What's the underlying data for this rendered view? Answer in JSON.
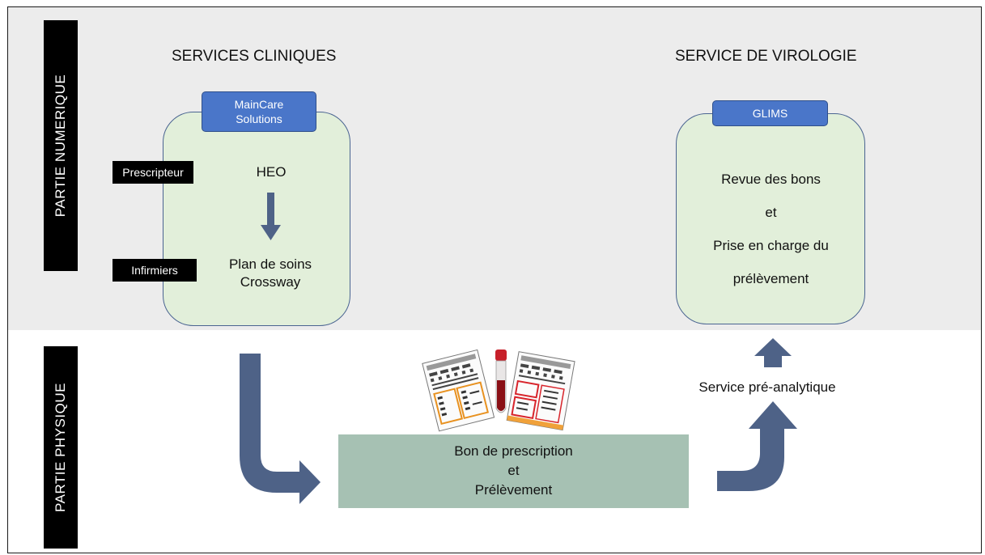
{
  "sections": {
    "digital_label": "PARTIE NUMERIQUE",
    "physical_label": "PARTIE PHYSIQUE"
  },
  "clinical": {
    "title": "SERVICES CLINIQUES",
    "software_line1": "MainCare",
    "software_line2": "Solutions",
    "top_item": "HEO",
    "bottom_item_line1": "Plan de soins",
    "bottom_item_line2": "Crossway",
    "role_prescriber": "Prescripteur",
    "role_nurses": "Infirmiers"
  },
  "virology": {
    "title": "SERVICE DE VIROLOGIE",
    "software": "GLIMS",
    "line1": "Revue des bons",
    "line2": "et",
    "line3": "Prise en charge du",
    "line4": "prélèvement"
  },
  "physical": {
    "prescription_line1": "Bon de prescription",
    "prescription_line2": "et",
    "prescription_line3": "Prélèvement",
    "preanalytic": "Service pré-analytique"
  },
  "colors": {
    "arrow": "#4e6287",
    "tag": "#4a76c9",
    "box_fill": "#e2efda",
    "rx_fill": "#a6c1b3"
  }
}
